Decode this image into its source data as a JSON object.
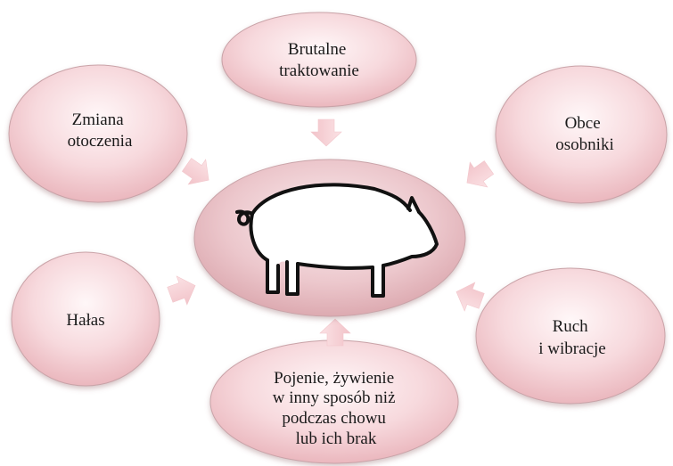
{
  "diagram": {
    "center": {
      "label": "",
      "icon": "pig-icon"
    },
    "nodes": [
      {
        "id": "brutal",
        "lines": [
          "Brutalne",
          "traktowanie"
        ]
      },
      {
        "id": "zmiana",
        "lines": [
          "Zmiana",
          "otoczenia"
        ]
      },
      {
        "id": "obce",
        "lines": [
          "Obce",
          "osobniki"
        ]
      },
      {
        "id": "halas",
        "lines": [
          "Hałas"
        ]
      },
      {
        "id": "ruch",
        "lines": [
          "Ruch",
          "i wibracje"
        ]
      },
      {
        "id": "pojenie",
        "lines": [
          "Pojenie, żywienie",
          "w inny sposób niż",
          "podczas chowu",
          "lub ich brak"
        ]
      }
    ],
    "colors": {
      "bubble_light": "#fdf0f1",
      "bubble_dark": "#efc0c6",
      "arrow_fill": "#f7d3d7",
      "text": "#1a1a1a"
    }
  }
}
